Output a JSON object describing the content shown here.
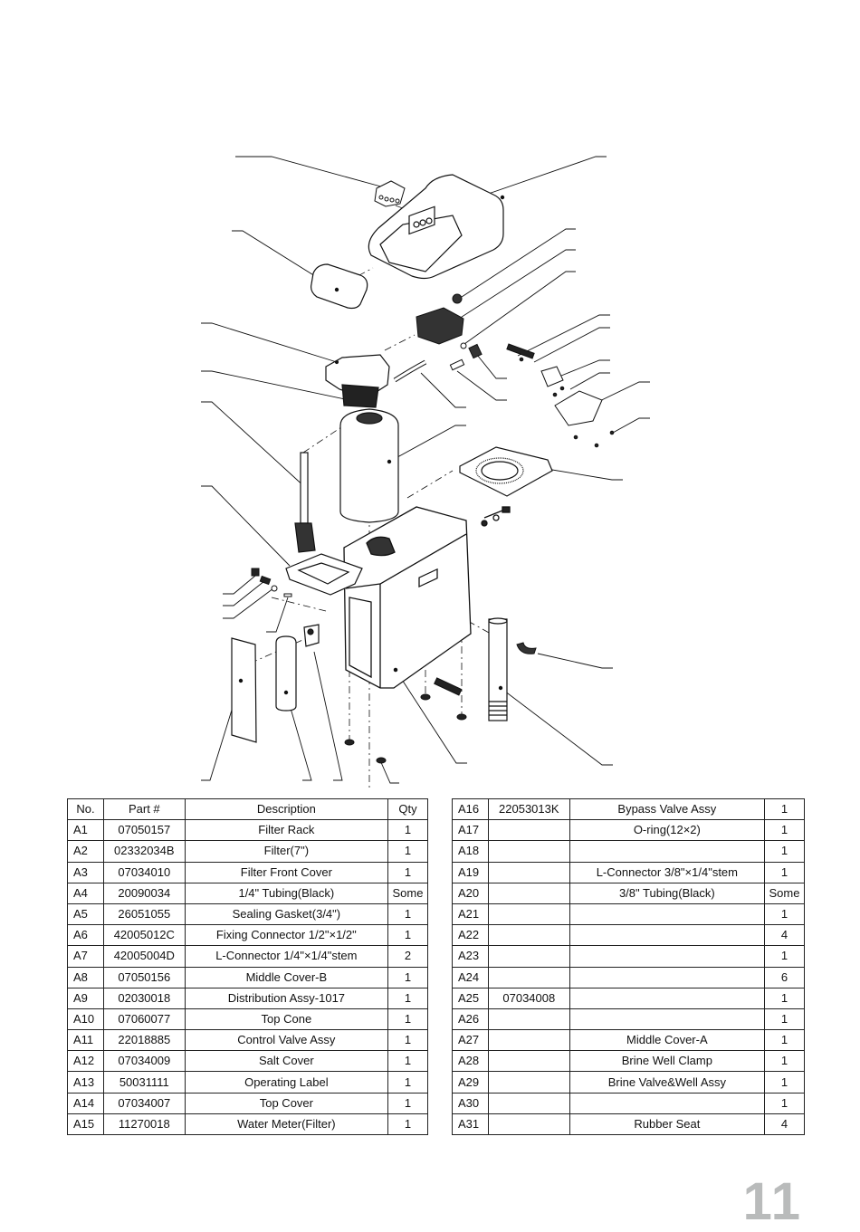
{
  "page": {
    "page_number": "11"
  },
  "diagram": {
    "title": "Exploded view of water softener assembly",
    "parts_depicted": [
      "top-cover",
      "operating-label",
      "salt-cover",
      "bypass-valve",
      "control-valve",
      "o-ring",
      "connector",
      "tubing",
      "water-meter",
      "brine-tank",
      "distribution-tube",
      "top-cone",
      "middle-cover-a",
      "middle-cover-b",
      "cabinet",
      "filter",
      "filter-rack",
      "filter-front-cover",
      "brine-well",
      "brine-well-clamp",
      "rubber-seat"
    ]
  },
  "parts_table": {
    "headers": [
      "No.",
      "Part #",
      "Description",
      "Qty"
    ],
    "left_rows": [
      {
        "no": "A1",
        "part": "07050157",
        "desc": "Filter Rack",
        "qty": "1"
      },
      {
        "no": "A2",
        "part": "02332034B",
        "desc": "Filter(7\")",
        "qty": "1"
      },
      {
        "no": "A3",
        "part": "07034010",
        "desc": "Filter Front Cover",
        "qty": "1"
      },
      {
        "no": "A4",
        "part": "20090034",
        "desc": "1/4\" Tubing(Black)",
        "qty": "Some"
      },
      {
        "no": "A5",
        "part": "26051055",
        "desc": "Sealing Gasket(3/4\")",
        "qty": "1"
      },
      {
        "no": "A6",
        "part": "42005012C",
        "desc": "Fixing Connector 1/2\"×1/2\"",
        "qty": "1"
      },
      {
        "no": "A7",
        "part": "42005004D",
        "desc": "L-Connector 1/4\"×1/4\"stem",
        "qty": "2"
      },
      {
        "no": "A8",
        "part": "07050156",
        "desc": "Middle Cover-B",
        "qty": "1"
      },
      {
        "no": "A9",
        "part": "02030018",
        "desc": "Distribution Assy-1017",
        "qty": "1"
      },
      {
        "no": "A10",
        "part": "07060077",
        "desc": "Top Cone",
        "qty": "1"
      },
      {
        "no": "A11",
        "part": "22018885",
        "desc": "Control Valve Assy",
        "qty": "1"
      },
      {
        "no": "A12",
        "part": "07034009",
        "desc": "Salt Cover",
        "qty": "1"
      },
      {
        "no": "A13",
        "part": "50031111",
        "desc": "Operating Label",
        "qty": "1"
      },
      {
        "no": "A14",
        "part": "07034007",
        "desc": "Top Cover",
        "qty": "1"
      },
      {
        "no": "A15",
        "part": "11270018",
        "desc": "Water Meter(Filter)",
        "qty": "1"
      }
    ],
    "right_rows": [
      {
        "no": "A16",
        "part": "22053013K",
        "desc": "Bypass Valve Assy",
        "qty": "1"
      },
      {
        "no": "A17",
        "part": "",
        "desc": "O-ring(12×2)",
        "qty": "1"
      },
      {
        "no": "A18",
        "part": "",
        "desc": "",
        "qty": "1"
      },
      {
        "no": "A19",
        "part": "",
        "desc": "L-Connector 3/8\"×1/4\"stem",
        "qty": "1"
      },
      {
        "no": "A20",
        "part": "",
        "desc": "3/8\" Tubing(Black)",
        "qty": "Some"
      },
      {
        "no": "A21",
        "part": "",
        "desc": "",
        "qty": "1"
      },
      {
        "no": "A22",
        "part": "",
        "desc": "",
        "qty": "4"
      },
      {
        "no": "A23",
        "part": "",
        "desc": "",
        "qty": "1"
      },
      {
        "no": "A24",
        "part": "",
        "desc": "",
        "qty": "6"
      },
      {
        "no": "A25",
        "part": "07034008",
        "desc": "",
        "qty": "1"
      },
      {
        "no": "A26",
        "part": "",
        "desc": "",
        "qty": "1"
      },
      {
        "no": "A27",
        "part": "",
        "desc": "Middle Cover-A",
        "qty": "1"
      },
      {
        "no": "A28",
        "part": "",
        "desc": "Brine Well Clamp",
        "qty": "1"
      },
      {
        "no": "A29",
        "part": "",
        "desc": "Brine Valve&Well Assy",
        "qty": "1"
      },
      {
        "no": "A30",
        "part": "",
        "desc": "",
        "qty": "1"
      },
      {
        "no": "A31",
        "part": "",
        "desc": "Rubber Seat",
        "qty": "4"
      }
    ]
  }
}
